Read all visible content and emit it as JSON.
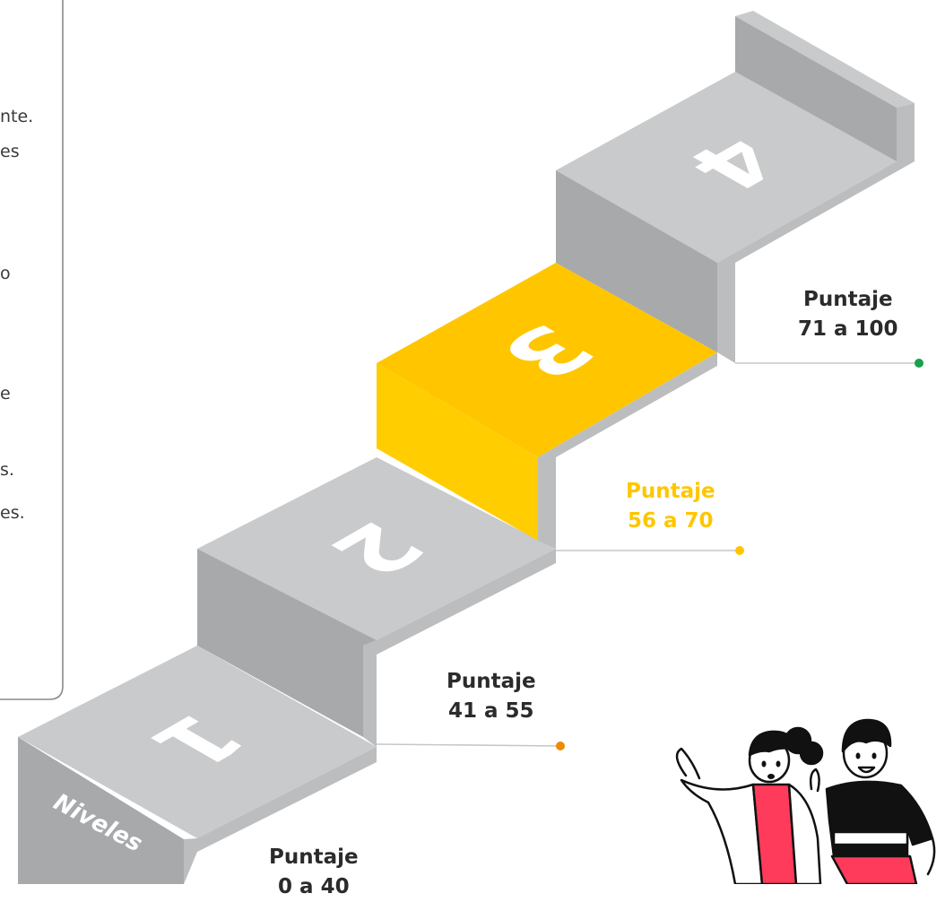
{
  "side_text": [
    "nte.",
    "es",
    "o",
    "e",
    "s.",
    "es."
  ],
  "steps": [
    {
      "number": "1",
      "color": "#c9cacb"
    },
    {
      "number": "2",
      "color": "#c9cacb"
    },
    {
      "number": "3",
      "color": "#ffc600"
    },
    {
      "number": "4",
      "color": "#c9cacb"
    }
  ],
  "levels_label": "Niveles",
  "scores": [
    {
      "line1": "Puntaje",
      "line2": "0 a 40",
      "color": "#2b2b2b",
      "dot_color": "#f08a00"
    },
    {
      "line1": "Puntaje",
      "line2": "41 a 55",
      "color": "#2b2b2b",
      "dot_color": "#f08a00"
    },
    {
      "line1": "Puntaje",
      "line2": "56 a 70",
      "color": "#ffc600",
      "dot_color": "#ffc600"
    },
    {
      "line1": "Puntaje",
      "line2": "71 a 100",
      "color": "#2b2b2b",
      "dot_color": "#18a04a"
    }
  ],
  "colors": {
    "step_top": "#c9cacb",
    "step_front_left": "#a7a9ab",
    "step_riser": "#bcbdbf",
    "highlight_top": "#ffc600",
    "highlight_front": "#ffcd00",
    "accent_pink": "#ff3b5c",
    "panel_border": "#8a8a8a"
  }
}
